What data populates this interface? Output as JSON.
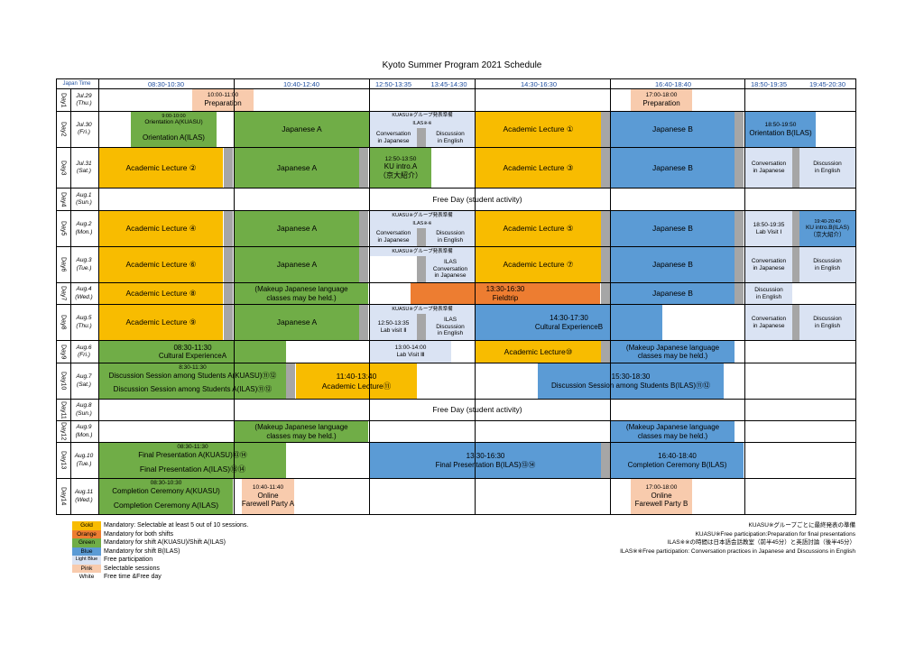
{
  "title": "Kyoto Summer Program 2021 Schedule",
  "header": {
    "corner": "Japan Time",
    "slots": [
      "08:30-10:30",
      "10:40-12:40",
      "12:50-13:35",
      "13:45-14:30",
      "14:30-16:30",
      "16:40-18:40",
      "18:50-19:35",
      "19:45-20:30"
    ]
  },
  "days": [
    {
      "day": "Day1",
      "date": "Jul.29",
      "dow": "(Thu.)"
    },
    {
      "day": "Day2",
      "date": "Jul.30",
      "dow": "(Fri.)"
    },
    {
      "day": "Day3",
      "date": "Jul.31",
      "dow": "(Sat.)"
    },
    {
      "day": "Day4",
      "date": "Aug.1",
      "dow": "(Sun.)"
    },
    {
      "day": "Day5",
      "date": "Aug.2",
      "dow": "(Mon.)"
    },
    {
      "day": "Day6",
      "date": "Aug.3",
      "dow": "(Tue.)"
    },
    {
      "day": "Day7",
      "date": "Aug.4",
      "dow": "(Wed.)"
    },
    {
      "day": "Day8",
      "date": "Aug.5",
      "dow": "(Thu.)"
    },
    {
      "day": "Day9",
      "date": "Aug.6",
      "dow": "(Fri.)"
    },
    {
      "day": "Day10",
      "date": "Aug.7",
      "dow": "(Sat.)"
    },
    {
      "day": "Day11",
      "date": "Aug.8",
      "dow": "(Sun.)"
    },
    {
      "day": "Day12",
      "date": "Aug.9",
      "dow": "(Mon.)"
    },
    {
      "day": "Day13",
      "date": "Aug.10",
      "dow": "(Tue.)"
    },
    {
      "day": "Day14",
      "date": "Aug.11",
      "dow": "(Wed.)"
    }
  ],
  "colors": {
    "gold": "#f8bc00",
    "green": "#70ad47",
    "blue": "#5b9bd5",
    "orange": "#ed7d31",
    "light_blue": "#dae3f3",
    "pink": "#f8cbad",
    "gray": "#a6a6a6"
  },
  "cells": {
    "d1_prep_a_time": "10:00-11:00",
    "d1_prep_a": "Preparation",
    "d1_prep_b_time": "17:00-18:00",
    "d1_prep_b": "Preparation",
    "d2_orient_kuasu_time": "9:00-10:00",
    "d2_orient_kuasu": "Orientation A(KUASU)",
    "d2_orient_ilas": "Orientation A(ILAS)",
    "d2_japanese": "Japanese A",
    "d2_kuasu_group": "KUASU※グループ発表準備",
    "d2_ilas_note": "ILAS※※",
    "d2_conv": "Conversation",
    "d2_conv2": "in Japanese",
    "d2_disc": "Discussion",
    "d2_disc2": "in English",
    "d2_lecture": "Academic Lecture ①",
    "d2_japanese_b": "Japanese B",
    "d2_orient_b_time": "18:50-19:50",
    "d2_orient_b": "Orientation B(ILAS)",
    "d3_lecture_a": "Academic Lecture ②",
    "d3_japanese": "Japanese A",
    "d3_kuintro_time": "12:50-13:50",
    "d3_kuintro": "KU intro.A",
    "d3_kuintro2": "（京大紹介）",
    "d3_lecture_b": "Academic Lecture ③",
    "d3_japanese_b": "Japanese B",
    "d3_conv": "Conversation",
    "d3_conv2": "in Japanese",
    "d3_disc": "Discussion",
    "d3_disc2": "in English",
    "d4_free": "Free Day (student activity)",
    "d5_lecture_a": "Academic Lecture ④",
    "d5_japanese": "Japanese A",
    "d5_kuasu_group": "KUASU※グループ発表準備",
    "d5_ilas_note": "ILAS※※",
    "d5_conv": "Conversation",
    "d5_conv2": "in Japanese",
    "d5_disc": "Discussion",
    "d5_disc2": "in English",
    "d5_lecture_b": "Academic Lecture ⑤",
    "d5_japanese_b": "Japanese B",
    "d5_lab_time": "18:50-19:35",
    "d5_lab": "Lab Visit Ⅰ",
    "d5_kuintro_time": "19:40-20:40",
    "d5_kuintro": "KU intro.B(ILAS)",
    "d5_kuintro2": "（京大紹介）",
    "d6_lecture_a": "Academic Lecture ⑥",
    "d6_japanese": "Japanese A",
    "d6_kuasu_group": "KUASU※グループ発表準備",
    "d6_ilas": "ILAS",
    "d6_conv": "Conversation",
    "d6_conv2": "in Japanese",
    "d6_lecture_b": "Academic Lecture ⑦",
    "d6_japanese_b": "Japanese B",
    "d6_conv_b": "Conversation",
    "d6_conv_b2": "in Japanese",
    "d6_disc_b": "Discussion",
    "d6_disc_b2": "in English",
    "d7_lecture_a": "Academic Lecture ⑧",
    "d7_makeup": "(Makeup Japanese language",
    "d7_makeup2": "classes may be held.)",
    "d7_field_time": "13:30-16:30",
    "d7_field": "Fieldtrip",
    "d7_japanese_b": "Japanese B",
    "d7_disc": "Discussion",
    "d7_disc2": "in English",
    "d8_lecture_a": "Academic Lecture ⑨",
    "d8_japanese": "Japanese A",
    "d8_kuasu_group": "KUASU※グループ発表準備",
    "d8_lab_time": "12:50-13:35",
    "d8_lab": "Lab visit Ⅱ",
    "d8_ilas": "ILAS",
    "d8_disc": "Discussion",
    "d8_disc2": "in English",
    "d8_cult_time": "14:30-17:30",
    "d8_cult": "Cultural ExperienceB",
    "d8_conv": "Conversation",
    "d8_conv2": "in Japanese",
    "d8_disc_b": "Discussion",
    "d8_disc_b2": "in English",
    "d9_cult_time": "08:30-11:30",
    "d9_cult": "Cultural ExperienceA",
    "d9_lab_time": "13:00-14:00",
    "d9_lab": "Lab Visit Ⅲ",
    "d9_lecture": "Academic Lecture⑩",
    "d9_makeup": "(Makeup Japanese language",
    "d9_makeup2": "classes may be held.)",
    "d10_time": "8:30-11:30",
    "d10_disc_kuasu": "Discussion Session among Students A(KUASU)⑪⑫",
    "d10_disc_ilas": "Discussion Session among Students A(ILAS)⑪⑫",
    "d10_lecture_time": "11:40-13:40",
    "d10_lecture": "Academic Lecture⑪",
    "d10_disc_b_time": "15:30-18:30",
    "d10_disc_b": "Discussion Session among Students B(ILAS)⑪⑫",
    "d11_free": "Free Day (student activity)",
    "d12_makeup_a": "(Makeup Japanese language",
    "d12_makeup_a2": "classes may be held.)",
    "d12_makeup_b": "(Makeup Japanese language",
    "d12_makeup_b2": "classes may be held.)",
    "d13_time": "08:30-11:30",
    "d13_final_kuasu": "Final Presentation A(KUASU)⑬⑭",
    "d13_final_ilas": "Final Presentation A(ILAS)⑬⑭",
    "d13_final_b_time": "13:30-16:30",
    "d13_final_b": "Final Presentation B(ILAS)⑬⑭",
    "d13_cc_b_time": "16:40-18:40",
    "d13_cc_b": "Completion Ceremony B(ILAS)",
    "d14_time": "08:30-10:30",
    "d14_cc_kuasu": "Completion Ceremony A(KUASU)",
    "d14_cc_ilas": "Completion Ceremony A(ILAS)",
    "d14_party_a_time": "10:40-11:40",
    "d14_party_a": "Online",
    "d14_party_a2": "Farewell Party A",
    "d14_party_b_time": "17:00-18:00",
    "d14_party_b": "Online",
    "d14_party_b2": "Farewell Party B"
  },
  "legend": [
    {
      "swatch": "Gold",
      "color": "#f8bc00",
      "text": "Mandatory: Selectable at least 5 out of 10 sessions."
    },
    {
      "swatch": "Orange",
      "color": "#ed7d31",
      "text": "Mandatory for both shifts"
    },
    {
      "swatch": "Green",
      "color": "#70ad47",
      "text": "Mandatory for shift A(KUASU)/Shift A(ILAS)"
    },
    {
      "swatch": "Blue",
      "color": "#5b9bd5",
      "text": "Mandatory for shift B(ILAS)"
    },
    {
      "swatch": "Light Blue",
      "color": "#dae3f3",
      "text": "Free participation"
    },
    {
      "swatch": "Pink",
      "color": "#f8cbad",
      "text": "Selectable sessions"
    },
    {
      "swatch": "White",
      "color": "#ffffff",
      "text": "Free time &Free day"
    }
  ],
  "notes": [
    "KUASU※グループごとに最終発表の準備",
    "KUASU※Free participation:Preparation for final presentations",
    "ILAS※※の時間は日本語会話教室（前半45分）と英語討論（後半45分）",
    "ILAS※※Free participation: Conversation practices in Japanese and Discussions in English"
  ]
}
